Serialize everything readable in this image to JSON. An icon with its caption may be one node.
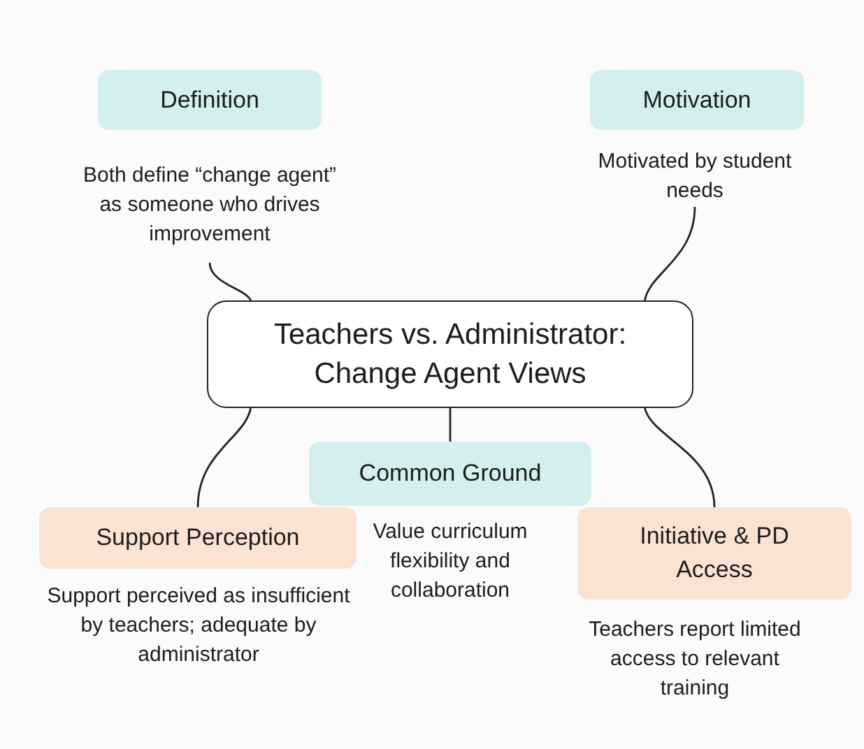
{
  "diagram": {
    "nodes": [
      {
        "text": [
          "Teachers vs. Administrator: Change Agent Views"
        ]
      },
      {
        "text": [
          "Definition"
        ]
      },
      {
        "text": [
          "Both define “change agent” as someone who drives improvement"
        ]
      },
      {
        "text": [
          "Motivation"
        ]
      },
      {
        "text": [
          "Motivated by student needs"
        ]
      },
      {
        "text": [
          "Common Ground"
        ],
        "beside": [
          "Value curriculum flexibility and collaboration"
        ]
      },
      {
        "text": [
          "Support Perception"
        ],
        "beside": [
          "Support perceived as insufficient by teachers; adequate by administrator"
        ]
      },
      {
        "text": [
          "Initiative & PD Access"
        ],
        "beside": [
          "Teachers report limited access to relevant training"
        ]
      }
    ],
    "edges": [
      {
        "from": 0,
        "to": 2,
        "arrow": "none"
      },
      {
        "from": 0,
        "to": 4,
        "arrow": "none"
      },
      {
        "from": 0,
        "to": 5,
        "arrow": "none"
      },
      {
        "from": 0,
        "to": 6,
        "arrow": "none"
      },
      {
        "from": 0,
        "to": 7,
        "arrow": "none"
      }
    ]
  }
}
